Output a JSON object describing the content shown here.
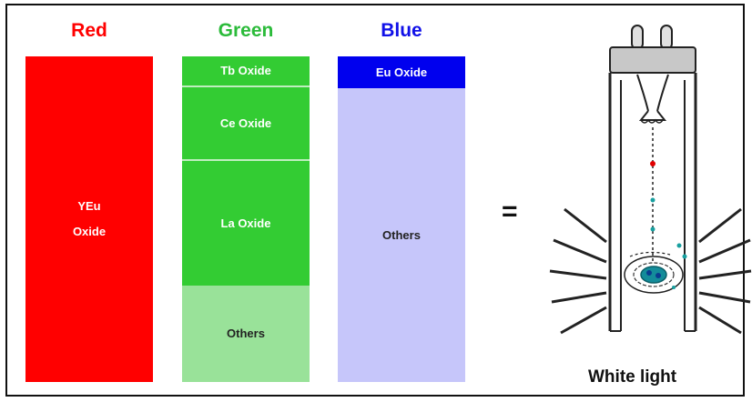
{
  "columns": {
    "red": {
      "title": "Red",
      "color": "#ff0000"
    },
    "green": {
      "title": "Green",
      "color": "#2bbb3a"
    },
    "blue": {
      "title": "Blue",
      "color": "#1010e8"
    }
  },
  "segments": {
    "red_yeu_line1": "YEu",
    "red_yeu_line2": "Oxide",
    "green_tb": "Tb Oxide",
    "green_ce": "Ce Oxide",
    "green_la": "La Oxide",
    "green_others": "Others",
    "blue_eu": "Eu Oxide",
    "blue_others": "Others"
  },
  "colors": {
    "red_fill": "#ff0000",
    "green_fill": "#33cc33",
    "green_light": "#99e299",
    "blue_dark": "#0000ee",
    "blue_light": "#c6c6fa"
  },
  "equals_sign": "=",
  "lamp": {
    "caption": "White light"
  }
}
